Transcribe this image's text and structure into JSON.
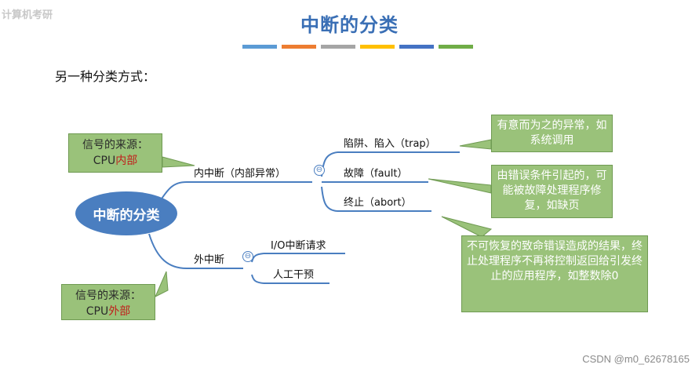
{
  "watermark_top_left": "计算机考研",
  "title": "中断的分类",
  "title_bar_colors": [
    "#5b9bd5",
    "#ed7d31",
    "#a5a5a5",
    "#ffc000",
    "#4472c4",
    "#70ad47"
  ],
  "subtitle": "另一种分类方式：",
  "mindmap": {
    "center": "中断的分类",
    "internal": {
      "label": "内中断（内部异常）",
      "collapse_icon": "⊖",
      "children": [
        "陷阱、陷入（trap）",
        "故障（fault）",
        "终止（abort）"
      ]
    },
    "external": {
      "label": "外中断",
      "collapse_icon": "⊖",
      "children": [
        "I/O中断请求",
        "人工干预"
      ]
    }
  },
  "notes": {
    "internal_source": {
      "line1": "信号的来源：",
      "prefix": "CPU",
      "highlight": "内部"
    },
    "external_source": {
      "line1": "信号的来源：",
      "prefix": "CPU",
      "highlight": "外部"
    },
    "trap": "有意而为之的异常，如系统调用",
    "fault": "由错误条件引起的，可能被故障处理程序修复，如缺页",
    "abort": "不可恢复的致命错误造成的结果，终止处理程序不再将控制返回给引发终止的应用程序，如整数除0"
  },
  "watermark_bottom_right": "CSDN @m0_62678165"
}
